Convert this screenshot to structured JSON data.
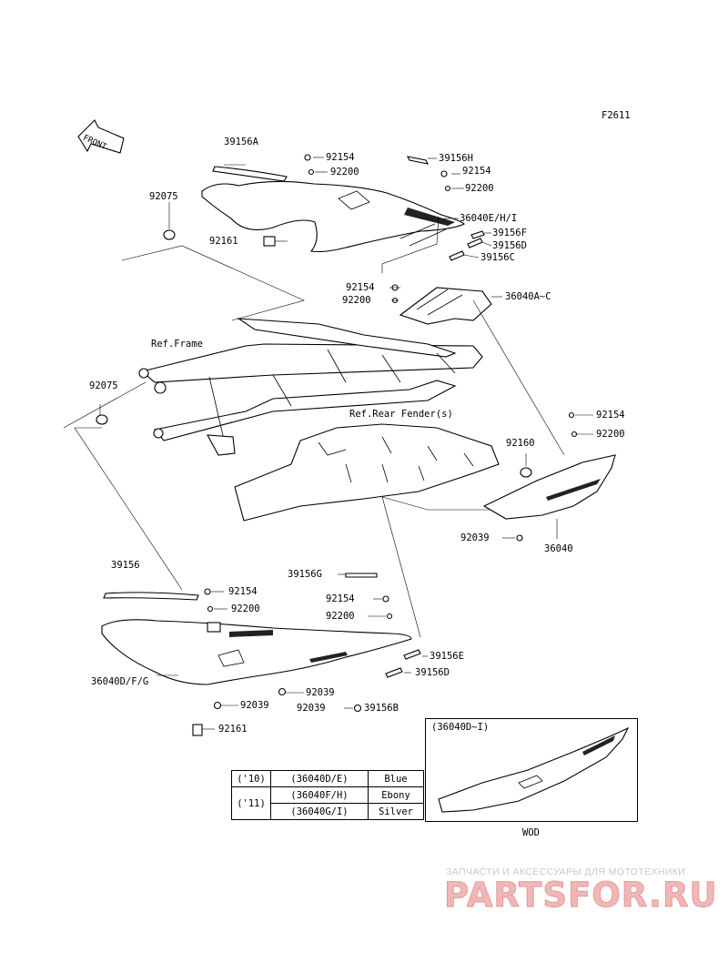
{
  "figure_code": "F2611",
  "front_marker": "FRONT",
  "reference_labels": {
    "frame": "Ref.Frame",
    "rear_fender": "Ref.Rear Fender(s)"
  },
  "callouts": [
    "39156A",
    "92154",
    "92200",
    "39156H",
    "92154",
    "92200",
    "92075",
    "36040E/H/I",
    "92161",
    "39156F",
    "39156D",
    "39156C",
    "92154",
    "92200",
    "36040A~C",
    "92075",
    "92154",
    "92200",
    "92160",
    "92039",
    "36040",
    "39156",
    "92154",
    "92200",
    "39156G",
    "92154",
    "92200",
    "36040D/F/G",
    "39156E",
    "39156D",
    "92039",
    "92039",
    "92039",
    "39156B",
    "92161"
  ],
  "color_table": [
    {
      "year": "('10)",
      "code": "(36040D/E)",
      "color": "Blue"
    },
    {
      "year": "('11)",
      "code": "(36040F/H)",
      "color": "Ebony"
    },
    {
      "year": "",
      "code": "(36040G/I)",
      "color": "Silver"
    }
  ],
  "inset": {
    "title": "(36040D~I)",
    "caption": "WOD"
  },
  "watermark": {
    "tagline": "ЗАПЧАСТИ И АКСЕССУАРЫ ДЛЯ МОТОТЕХНИКИ",
    "logo": "PARTSFOR.RU"
  }
}
